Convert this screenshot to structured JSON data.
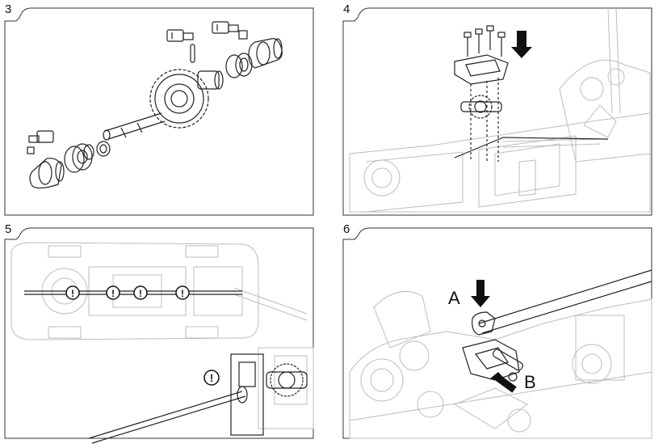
{
  "panels": [
    {
      "step": "3",
      "content": "exploded view: spur gear, shaft, bearings, outdrives, set screws"
    },
    {
      "step": "4",
      "content": "gear assembly installed into chassis with top brace and 4 screws"
    },
    {
      "step": "5",
      "content": "top view of chassis with caution marks on center shaft"
    },
    {
      "step": "6",
      "content": "rear drive shaft and linkage connection"
    }
  ],
  "labels": {
    "a": "A",
    "b": "B"
  },
  "icons": {
    "caution": "exclamation-circle-icon",
    "arrow": "down-arrow-icon"
  },
  "colors": {
    "line": "#222222",
    "ghost": "#bdbdbd",
    "border": "#333333"
  }
}
